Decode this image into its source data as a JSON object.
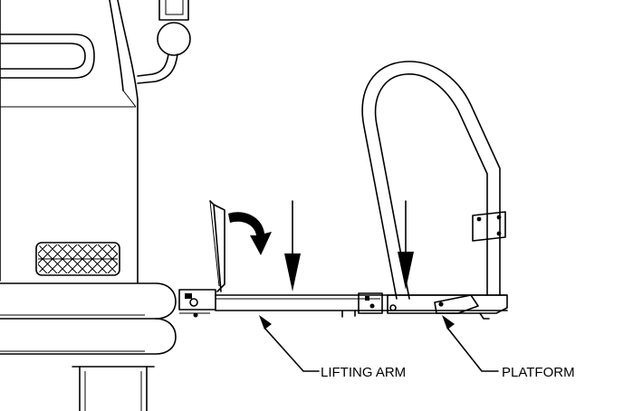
{
  "figure": {
    "callouts": [
      {
        "id": "lifting-arm",
        "label": "LIFTING ARM"
      },
      {
        "id": "platform",
        "label": "PLATFORM"
      }
    ],
    "icons": [
      "curved-rotation-arrow-icon",
      "downward-force-arrow-icon"
    ]
  }
}
